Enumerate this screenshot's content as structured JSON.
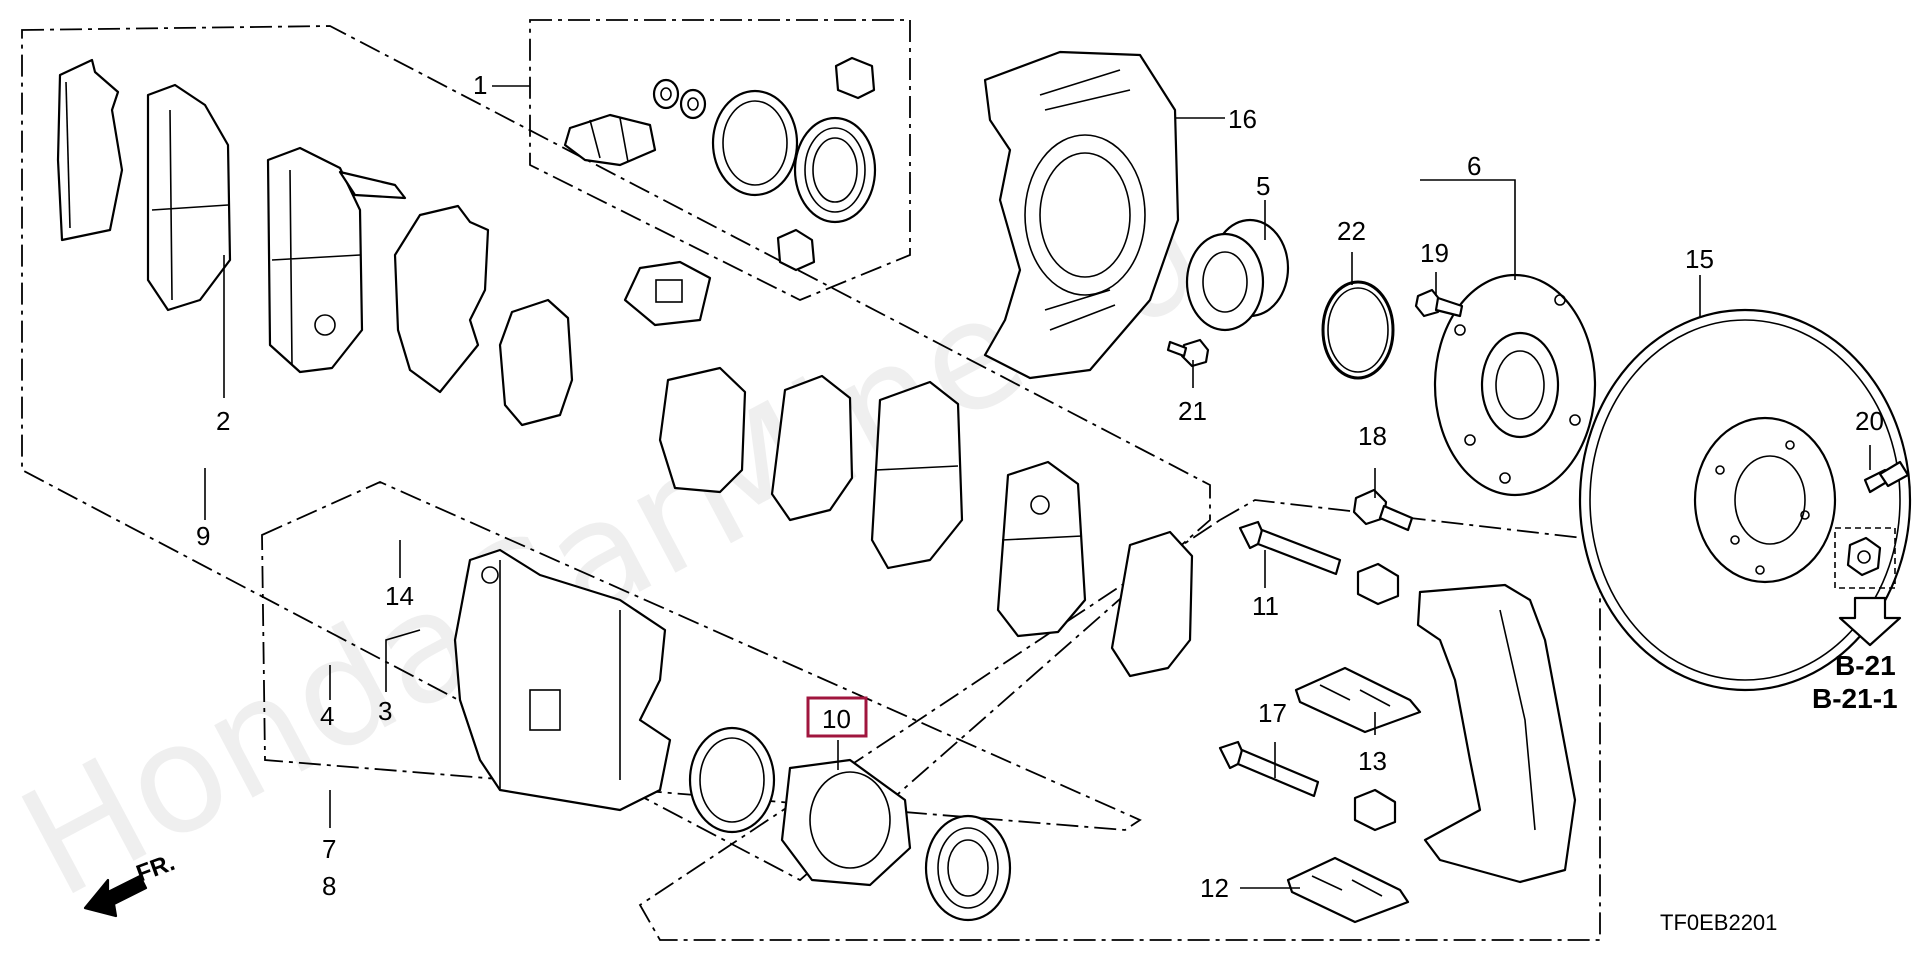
{
  "watermark": "HondaCarMine.ru",
  "diagram_code": "TF0EB2201",
  "direction_label": "FR.",
  "reference_labels": [
    "B-21",
    "B-21-1"
  ],
  "callouts": {
    "c1": "1",
    "c2": "2",
    "c3": "3",
    "c4": "4",
    "c5": "5",
    "c6": "6",
    "c7": "7",
    "c8": "8",
    "c9": "9",
    "c10": "10",
    "c11": "11",
    "c12": "12",
    "c13": "13",
    "c14": "14",
    "c15": "15",
    "c16": "16",
    "c17": "17",
    "c18": "18",
    "c19": "19",
    "c20": "20",
    "c21": "21",
    "c22": "22"
  },
  "highlight_color": "#a0153e"
}
